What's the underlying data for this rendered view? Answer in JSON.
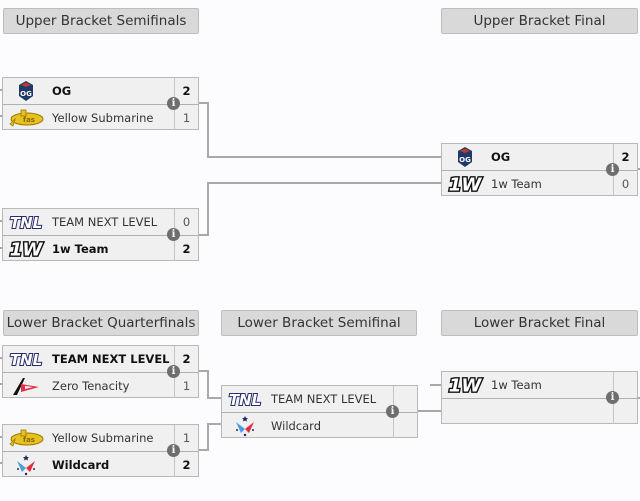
{
  "headers": {
    "ubs": "Upper Bracket Semifinals",
    "ubf": "Upper Bracket Final",
    "lbq": "Lower Bracket Quarterfinals",
    "lbs": "Lower Bracket Semifinal",
    "lbf": "Lower Bracket Final"
  },
  "matches": {
    "ubs1": {
      "teams": [
        {
          "name": "OG",
          "score": "2",
          "winner": true,
          "logo": "og-logo"
        },
        {
          "name": "Yellow Submarine",
          "score": "1",
          "winner": false,
          "logo": "yellow-submarine-logo"
        }
      ]
    },
    "ubs2": {
      "teams": [
        {
          "name": "TEAM NEXT LEVEL",
          "score": "0",
          "winner": false,
          "logo": "tnl-logo"
        },
        {
          "name": "1w Team",
          "score": "2",
          "winner": true,
          "logo": "1w-logo"
        }
      ]
    },
    "ubf": {
      "teams": [
        {
          "name": "OG",
          "score": "2",
          "winner": true,
          "logo": "og-logo"
        },
        {
          "name": "1w Team",
          "score": "0",
          "winner": false,
          "logo": "1w-logo"
        }
      ]
    },
    "lbq1": {
      "teams": [
        {
          "name": "TEAM NEXT LEVEL",
          "score": "2",
          "winner": true,
          "logo": "tnl-logo"
        },
        {
          "name": "Zero Tenacity",
          "score": "1",
          "winner": false,
          "logo": "zero-tenacity-logo"
        }
      ]
    },
    "lbq2": {
      "teams": [
        {
          "name": "Yellow Submarine",
          "score": "1",
          "winner": false,
          "logo": "yellow-submarine-logo"
        },
        {
          "name": "Wildcard",
          "score": "2",
          "winner": true,
          "logo": "wildcard-logo"
        }
      ]
    },
    "lbs": {
      "teams": [
        {
          "name": "TEAM NEXT LEVEL",
          "score": "",
          "winner": false,
          "logo": "tnl-logo"
        },
        {
          "name": "Wildcard",
          "score": "",
          "winner": false,
          "logo": "wildcard-logo"
        }
      ]
    },
    "lbf": {
      "teams": [
        {
          "name": "1w Team",
          "score": "",
          "winner": false,
          "logo": "1w-logo"
        },
        {
          "name": "",
          "score": "",
          "winner": false,
          "logo": ""
        }
      ]
    }
  },
  "info_icon_glyph": "i"
}
